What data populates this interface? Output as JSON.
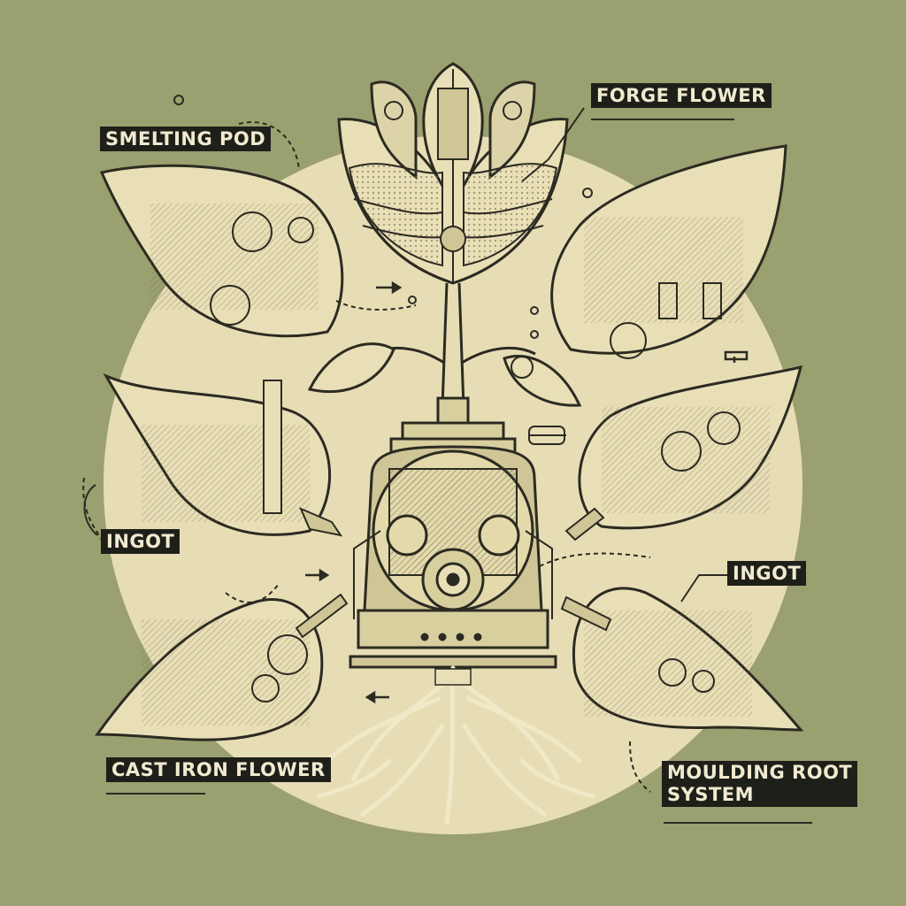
{
  "labels": {
    "smelting_pod": "SMELTING POD",
    "forge_flower": "FORGE FLOWER",
    "ingot_left": "INGOT",
    "ingot_right": "INGOT",
    "cast_iron_flower": "CAST IRON FLOWER",
    "moulding_root_line1": "MOULDING ROOT",
    "moulding_root_line2": "SYSTEM"
  },
  "colors": {
    "background": "#9aa06f",
    "circle": "#e7ddb5",
    "ink": "#2b2b22",
    "leaf_fill": "#e9dfb6",
    "label_bg": "#1f1f1a",
    "label_text": "#f0ead0"
  }
}
